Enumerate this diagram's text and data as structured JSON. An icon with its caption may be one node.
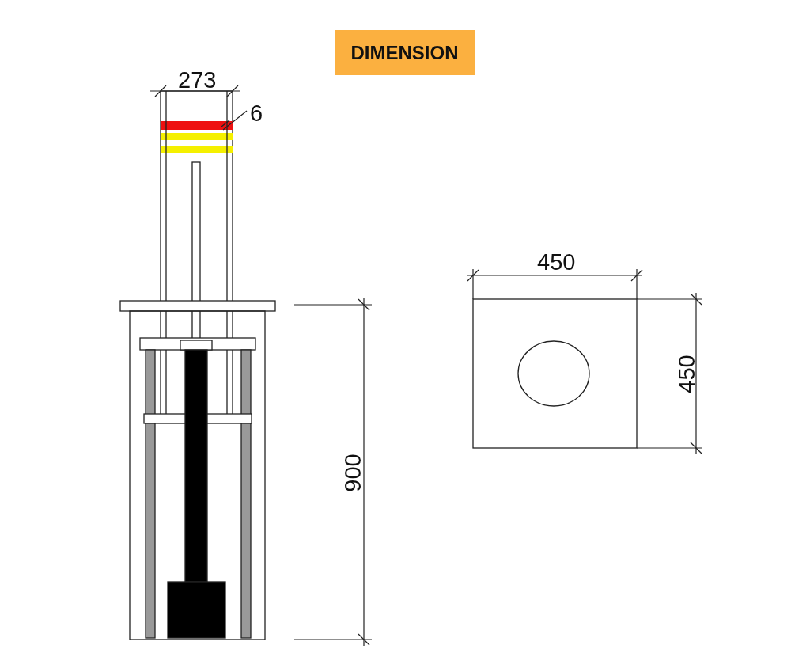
{
  "diagram": {
    "title": "DIMENSION",
    "labels": [
      "273",
      "6",
      "450",
      "450",
      "900"
    ]
  }
}
